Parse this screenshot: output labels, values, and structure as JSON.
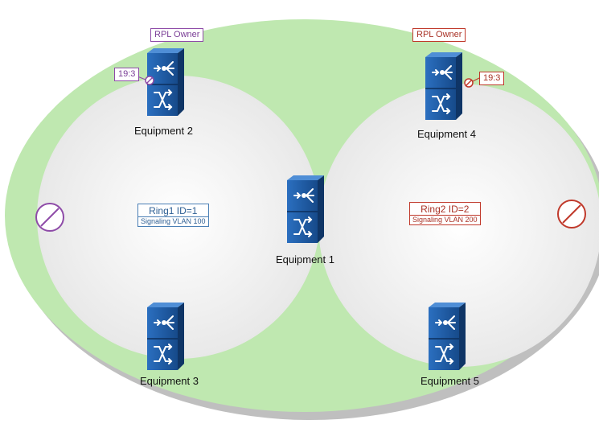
{
  "equipment": [
    {
      "id": "eq1",
      "label": "Equipment 1"
    },
    {
      "id": "eq2",
      "label": "Equipment 2"
    },
    {
      "id": "eq3",
      "label": "Equipment 3"
    },
    {
      "id": "eq4",
      "label": "Equipment 4"
    },
    {
      "id": "eq5",
      "label": "Equipment 5"
    }
  ],
  "rings": [
    {
      "title": "Ring1 ID=1",
      "vlan": "Signaling VLAN 100",
      "color": "#4a7fb5"
    },
    {
      "title": "Ring2 ID=2",
      "vlan": "Signaling VLAN 200",
      "color": "#c0392b"
    }
  ],
  "rpl_owners": [
    {
      "label": "RPL Owner",
      "port": "19:3",
      "color": "#8e4ba8"
    },
    {
      "label": "RPL Owner",
      "port": "19:3",
      "color": "#c0392b"
    }
  ],
  "colors": {
    "outer_ring": "#bfe8b0",
    "inner_fill": "#f2f2f2",
    "switch_body": "#1f5fa8",
    "blocked_ring1": "#8e4ba8",
    "blocked_ring2": "#c0392b"
  }
}
